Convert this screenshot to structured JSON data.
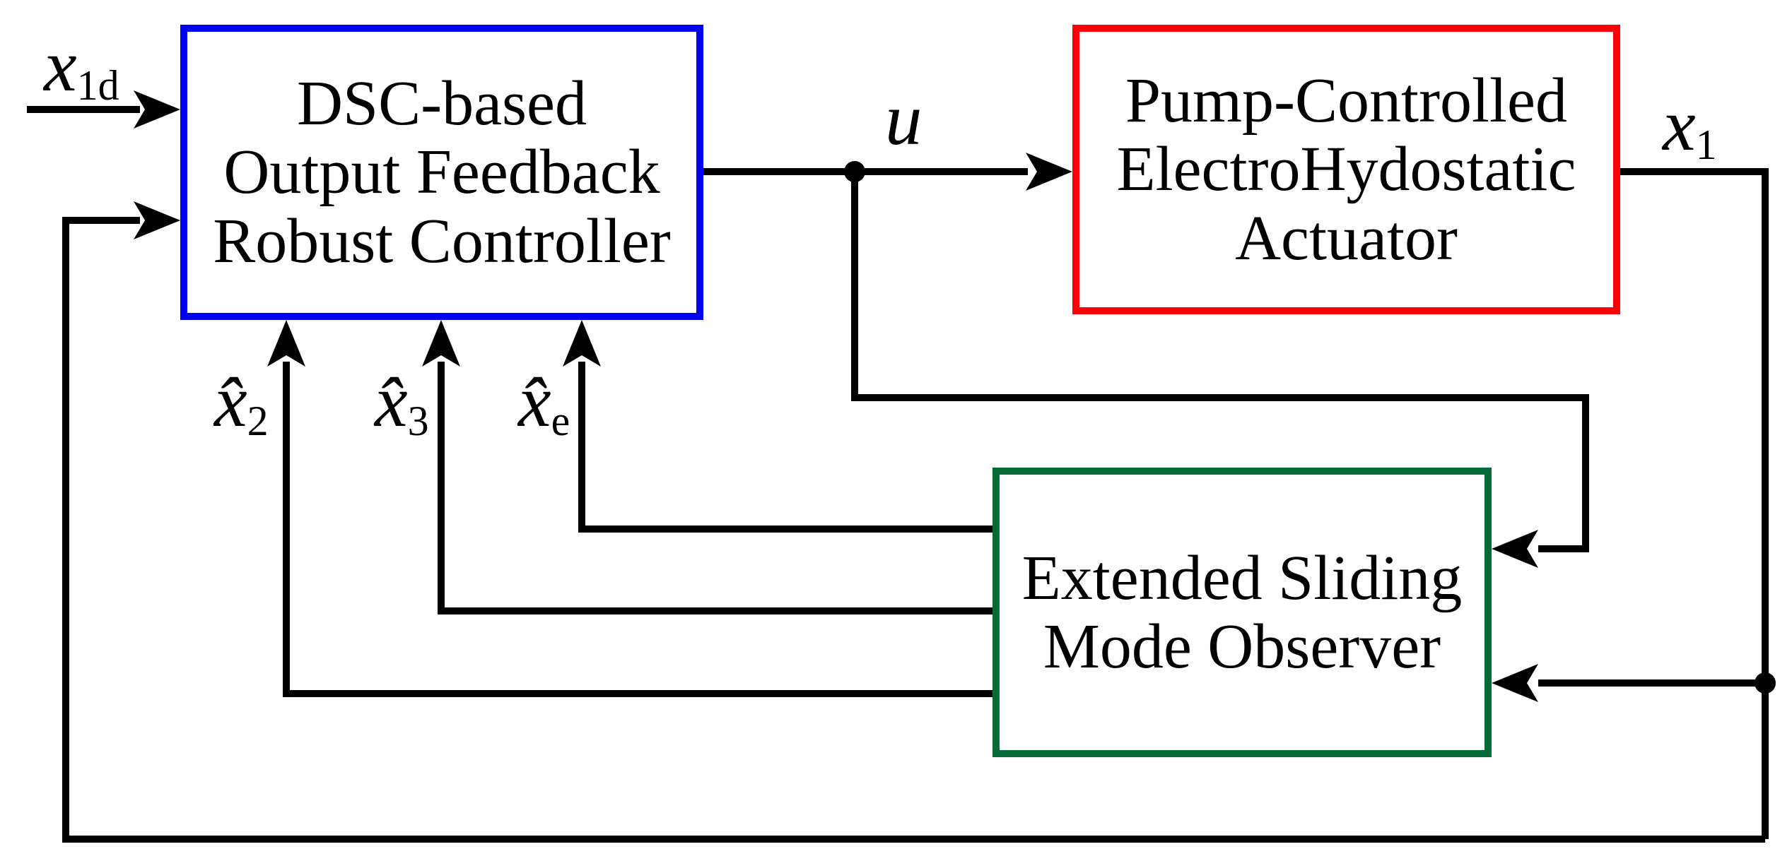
{
  "diagram": {
    "boxes": {
      "controller": {
        "lines": [
          "DSC-based",
          "Output Feedback",
          "Robust Controller"
        ],
        "border_color": "#0202f2"
      },
      "plant": {
        "lines": [
          "Pump-Controlled",
          "ElectroHydostatic",
          "Actuator"
        ],
        "border_color": "#fb0006"
      },
      "observer": {
        "lines": [
          "Extended Sliding",
          "Mode Observer"
        ],
        "border_color": "#046b38"
      }
    },
    "signals": {
      "x1d": {
        "base": "x",
        "sub": "1d"
      },
      "u": {
        "base": "u",
        "sub": ""
      },
      "x1": {
        "base": "x",
        "sub": "1"
      },
      "xhat2": {
        "base": "x̂",
        "sub": "2"
      },
      "xhat3": {
        "base": "x̂",
        "sub": "3"
      },
      "xhate": {
        "base": "x̂",
        "sub": "e"
      }
    },
    "wire_color": "#000000",
    "background_color": "#ffffff"
  }
}
